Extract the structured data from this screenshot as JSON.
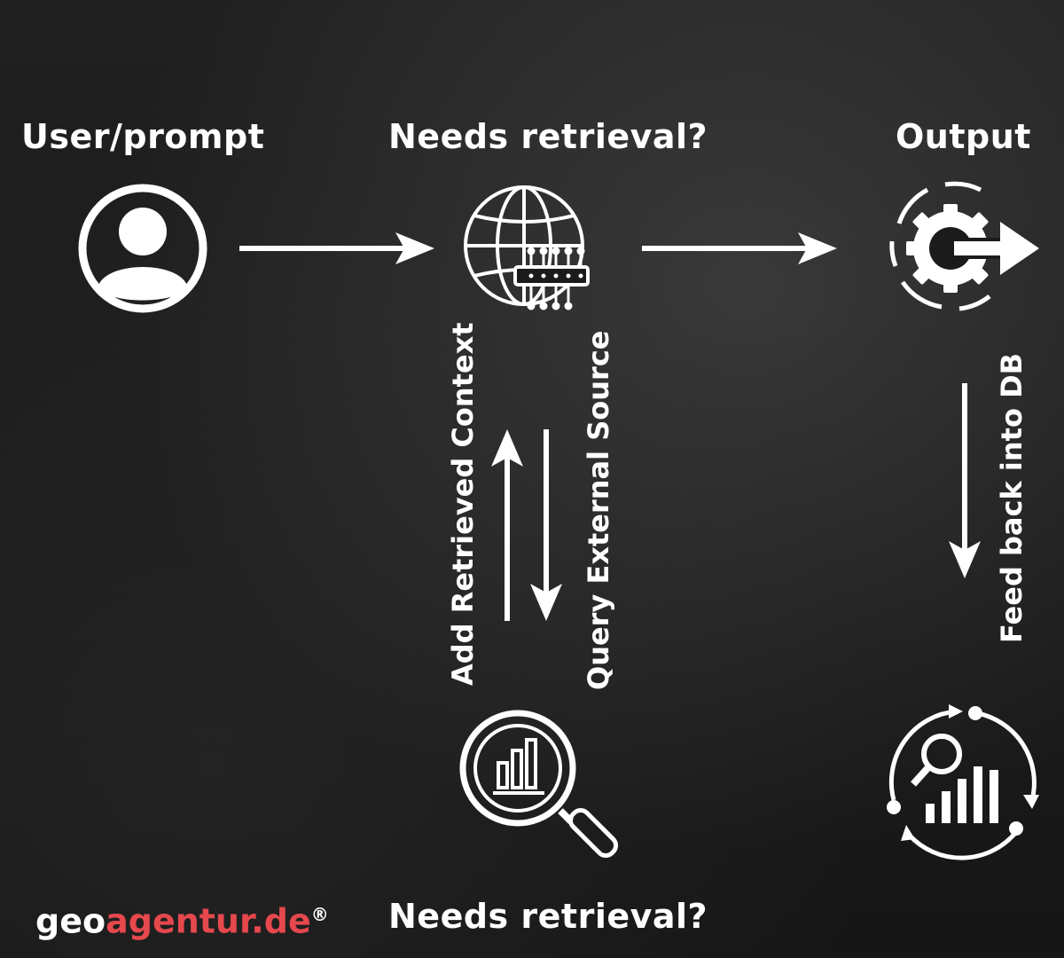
{
  "labels": {
    "user_prompt": "User/prompt",
    "needs_retrieval_top": "Needs retrieval?",
    "output": "Output",
    "add_retrieved_context": "Add Retrieved Context",
    "query_external_source": "Query External Source",
    "feed_back_into_db": "Feed back into DB",
    "needs_retrieval_bottom": "Needs retrieval?"
  },
  "brand": {
    "geo": "geo",
    "agentur": "agentur.de",
    "reg": "®"
  },
  "icons": [
    "user-icon",
    "globe-network-icon",
    "gear-output-icon",
    "magnifier-chart-icon",
    "analytics-cycle-icon"
  ],
  "colors": {
    "background": "#1b1b1b",
    "foreground": "#ffffff",
    "brand_accent": "#e5484d"
  }
}
